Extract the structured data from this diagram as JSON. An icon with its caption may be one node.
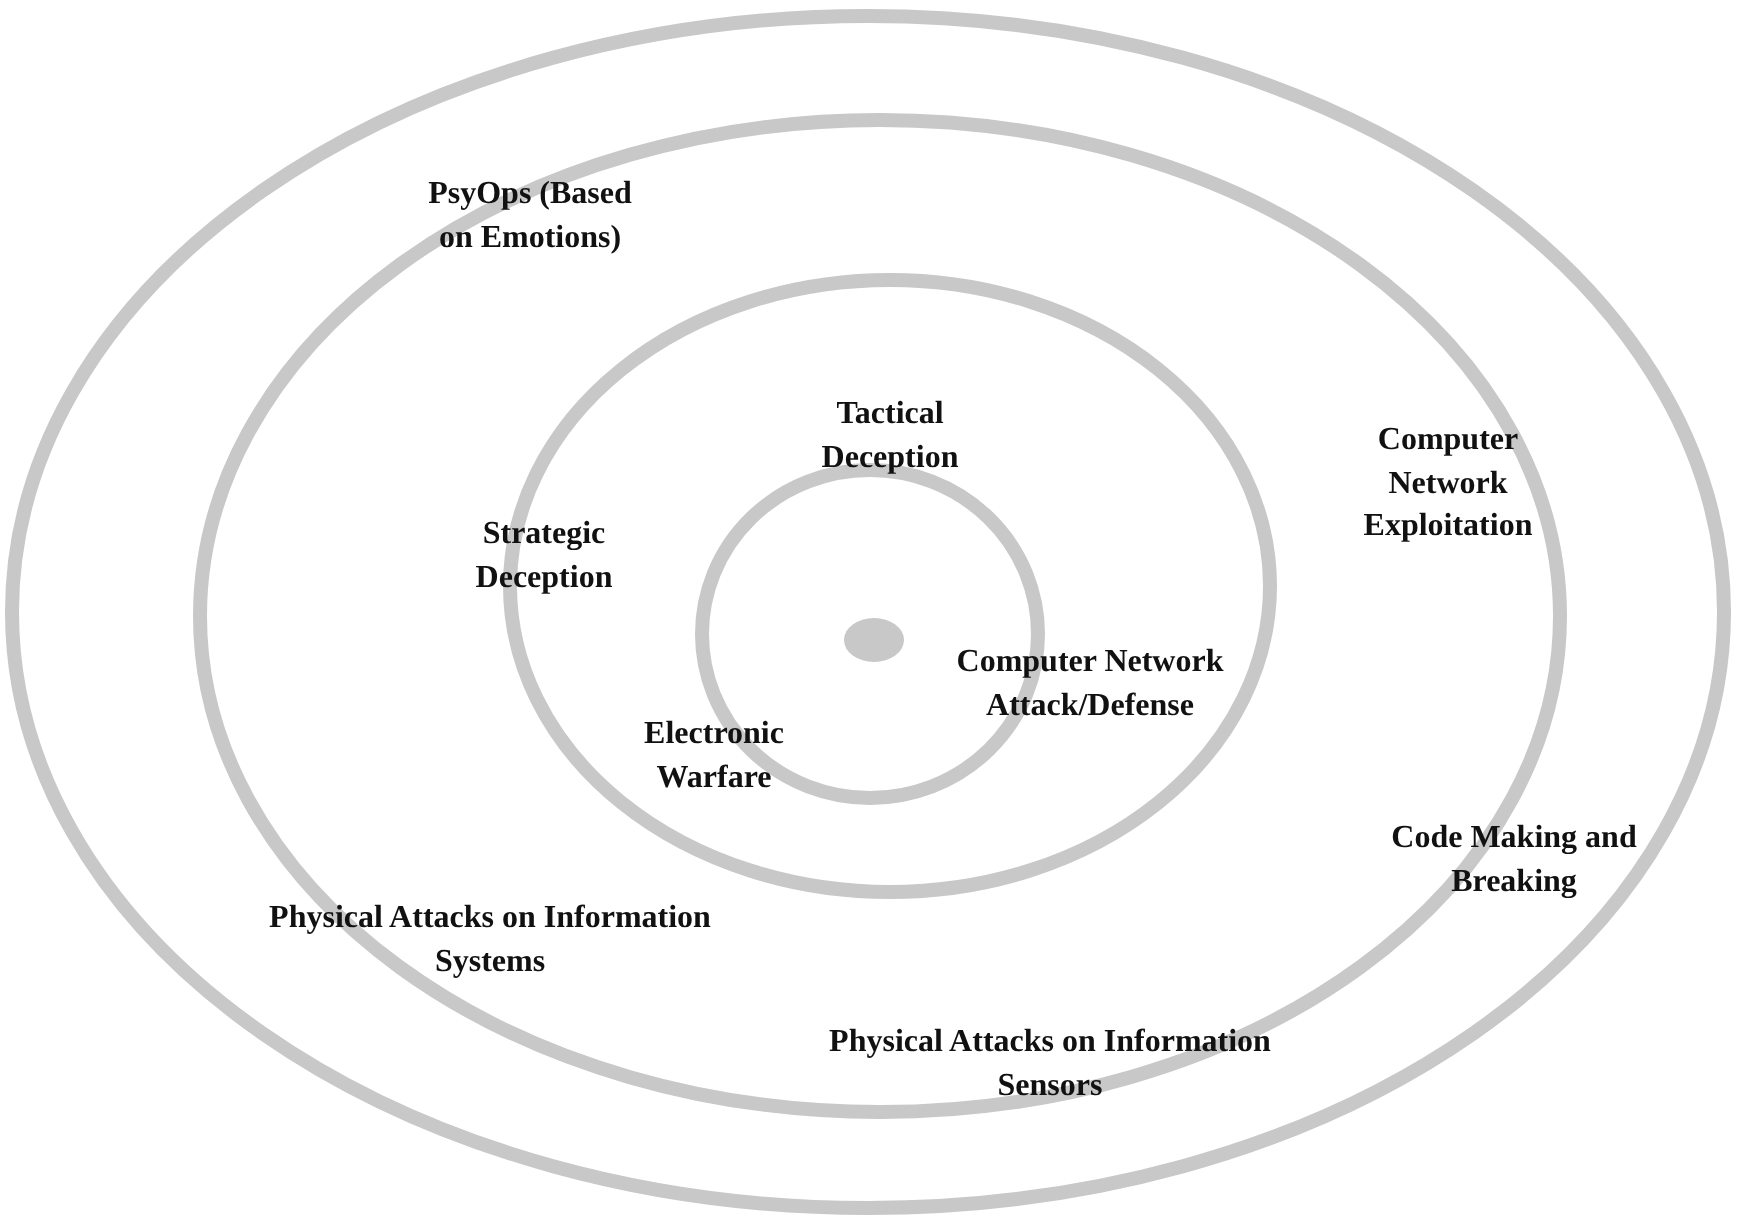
{
  "diagram": {
    "labels": [
      "PsyOps (Based on Emotions)",
      "Tactical Deception",
      "Computer Network Exploitation",
      "Strategic Deception",
      "Computer Network Attack/Defense",
      "Electronic Warfare",
      "Code Making and Breaking",
      "Physical Attacks on Information Systems",
      "Physical Attacks on Information Sensors"
    ]
  }
}
